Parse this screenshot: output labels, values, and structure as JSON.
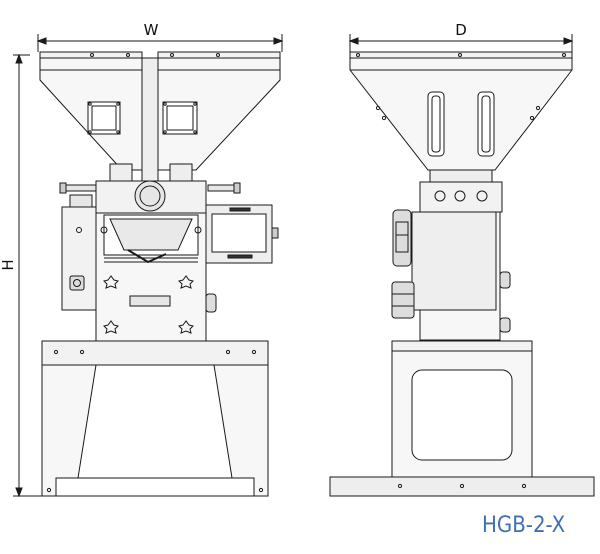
{
  "dimensions": {
    "width_label": "W",
    "depth_label": "D",
    "height_label": "H"
  },
  "model": {
    "name": "HGB-2-X",
    "color": "#3f6fb5"
  },
  "colors": {
    "line": "#1a1a1a",
    "fill_light": "#f2f2f2",
    "fill_mid": "#d9d9d9"
  }
}
